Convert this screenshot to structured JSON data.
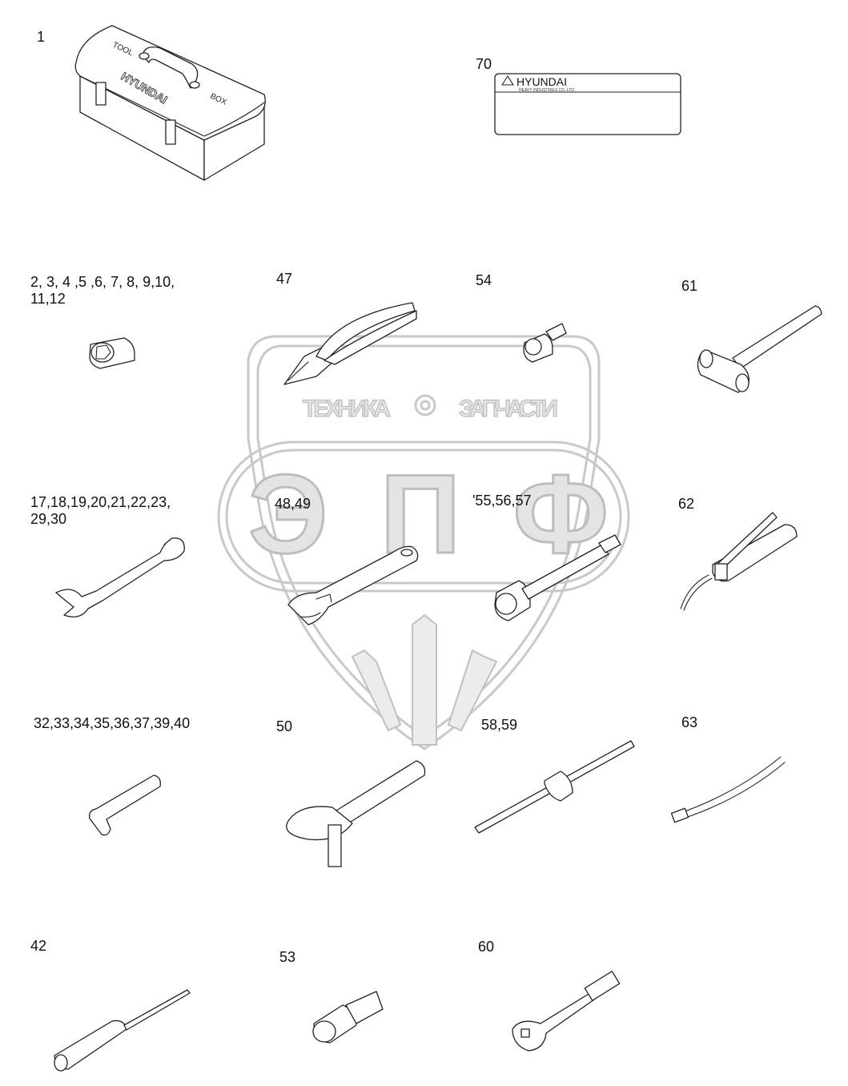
{
  "labels": {
    "p1": "1",
    "p70": "70",
    "p2_12": "2, 3, 4 ,5 ,6, 7, 8, 9,10,\n11,12",
    "p47": "47",
    "p54": "54",
    "p61": "61",
    "p17_30": "17,18,19,20,21,22,23,\n29,30",
    "p48_49": "48,49",
    "p55_57": "'55,56,57",
    "p62": "62",
    "p32_40": "32,33,34,35,36,37,39,40",
    "p50": "50",
    "p58_59": "58,59",
    "p63": "63",
    "p42": "42",
    "p53": "53",
    "p60": "60"
  },
  "toolbox": {
    "lid_text_tool": "TOOL",
    "lid_text_box": "BOX",
    "brand": "HYUNDAI"
  },
  "nameplate": {
    "brand": "HYUNDAI",
    "subtitle": "HEAVY INDUSTRIES CO.,LTD."
  },
  "watermark": {
    "left_word": "ТЕХНИКА",
    "right_word": "ЗАПЧАСТИ",
    "big_letters": "ЭПФ",
    "gear_icon": "gear-icon"
  }
}
